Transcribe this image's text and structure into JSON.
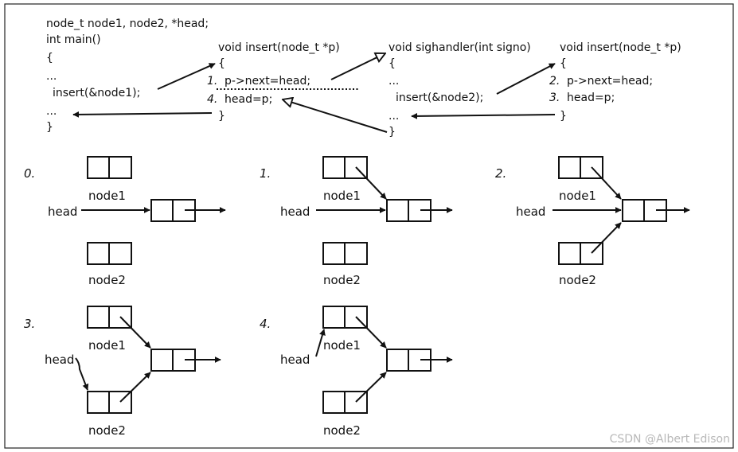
{
  "code": {
    "main": [
      "node_t node1, node2, *head;",
      "int main()",
      "{",
      "...",
      "insert(&node1);",
      "...",
      "}"
    ],
    "insert_a": {
      "sig": "void insert(node_t *p)",
      "open": "{",
      "n1": "1.",
      "l1": "p->next=head;",
      "n4": "4.",
      "l4": "head=p;",
      "close": "}"
    },
    "handler": [
      "void sighandler(int signo)",
      "{",
      "...",
      "insert(&node2);",
      "...",
      "}"
    ],
    "insert_b": {
      "sig": "void insert(node_t *p)",
      "open": "{",
      "n2": "2.",
      "l2": "p->next=head;",
      "n3": "3.",
      "l3": "head=p;",
      "close": "}"
    }
  },
  "panels": [
    {
      "step": "0.",
      "node1": "node1",
      "node2": "node2",
      "head": "head"
    },
    {
      "step": "1.",
      "node1": "node1",
      "node2": "node2",
      "head": "head"
    },
    {
      "step": "2.",
      "node1": "node1",
      "node2": "node2",
      "head": "head"
    },
    {
      "step": "3.",
      "node1": "node1",
      "node2": "node2",
      "head": "head"
    },
    {
      "step": "4.",
      "node1": "node1",
      "node2": "node2",
      "head": "head"
    }
  ],
  "watermark": "CSDN @Albert Edison"
}
